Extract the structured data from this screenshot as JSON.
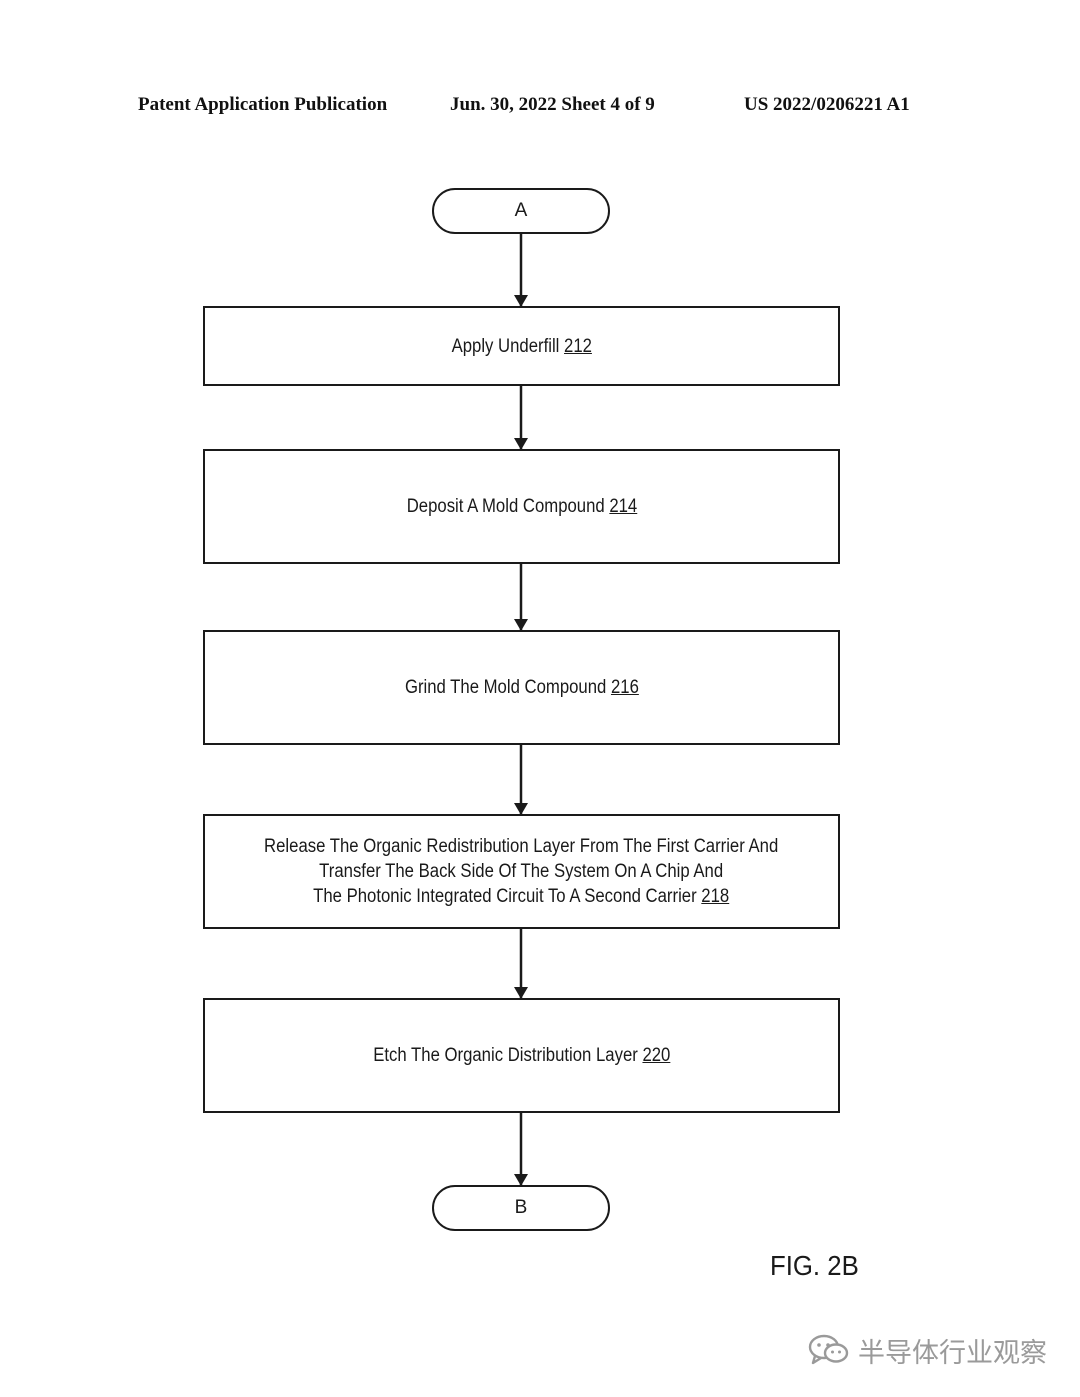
{
  "header": {
    "left": "Patent Application Publication",
    "middle": "Jun. 30, 2022  Sheet 4 of 9",
    "right": "US 2022/0206221 A1"
  },
  "start_connector": "A",
  "end_connector": "B",
  "steps": [
    {
      "lines": [
        "Apply Underfill"
      ],
      "ref": "212"
    },
    {
      "lines": [
        "Deposit A Mold Compound"
      ],
      "ref": "214"
    },
    {
      "lines": [
        "Grind The Mold Compound"
      ],
      "ref": "216"
    },
    {
      "lines": [
        "Release The Organic Redistribution Layer From The First Carrier And",
        "Transfer The Back Side Of The System On A Chip And",
        "The Photonic Integrated Circuit To A Second Carrier"
      ],
      "ref": "218"
    },
    {
      "lines": [
        "Etch The Organic Distribution Layer"
      ],
      "ref": "220"
    }
  ],
  "figure_label": "FIG. 2B",
  "watermark": "半导体行业观察"
}
